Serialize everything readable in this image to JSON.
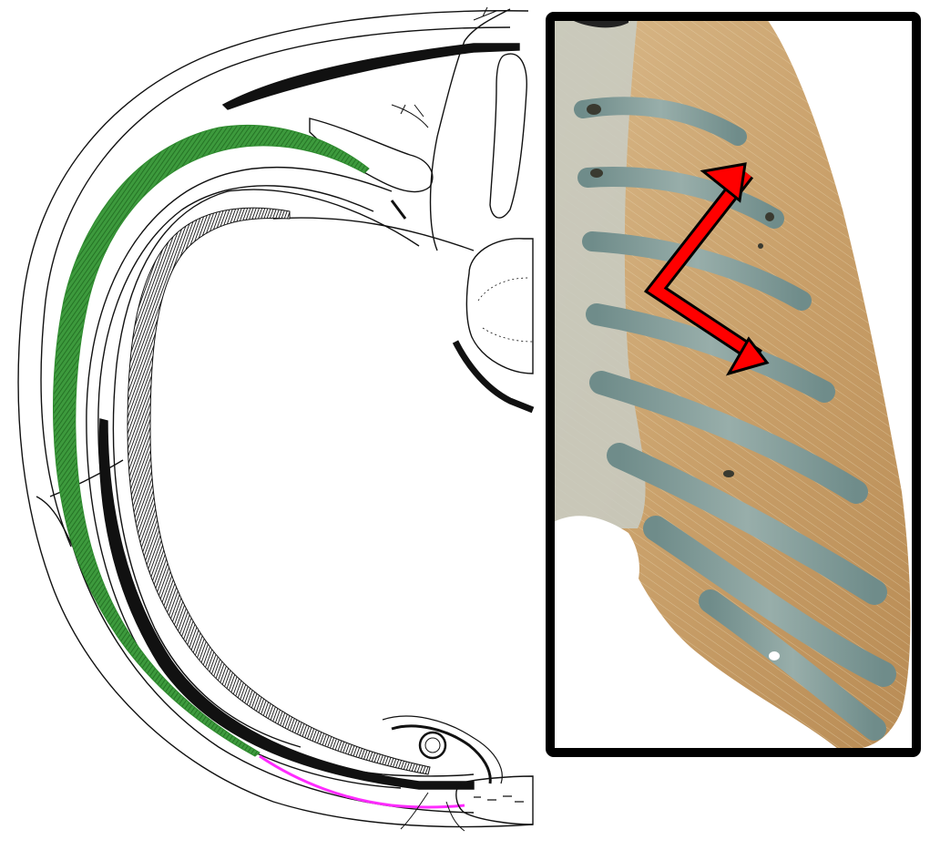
{
  "figure": {
    "left_panel": {
      "kind": "anatomical-line-drawing",
      "subject": "cross-section-of-thoracic-wall",
      "highlights": [
        {
          "name": "green-muscle-layer",
          "color": "#2e8b2e"
        },
        {
          "name": "magenta-segment",
          "color": "#ff2bff"
        }
      ]
    },
    "right_panel": {
      "kind": "photograph",
      "subject": "rib-cage-intercostal-muscles",
      "frame_color": "#000000",
      "arrow_color": "#ff0000",
      "arrow_shape": "double-headed-bent-arrow"
    }
  }
}
